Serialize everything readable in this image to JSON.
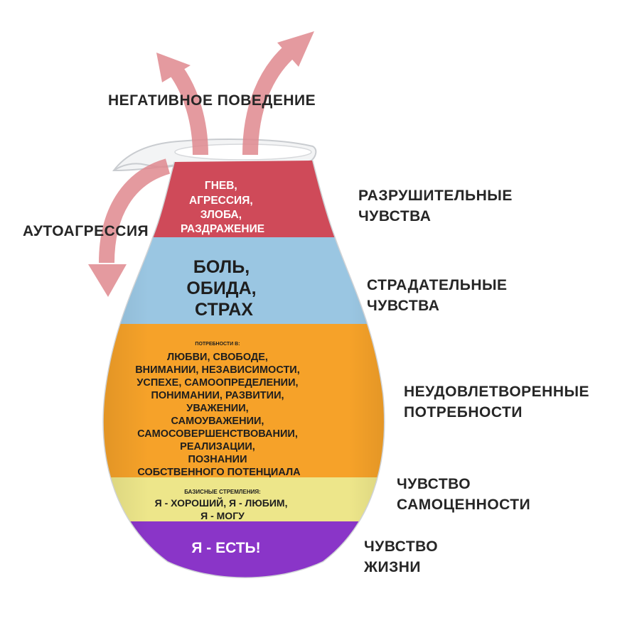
{
  "labels": {
    "negative_behavior": "НЕГАТИВНОЕ ПОВЕДЕНИЕ",
    "autoaggression": "АУТОАГРЕССИЯ",
    "destructive": [
      "РАЗРУШИТЕЛЬНЫЕ",
      "ЧУВСТВА"
    ],
    "suffering": [
      "СТРАДАТЕЛЬНЫЕ",
      "ЧУВСТВА"
    ],
    "unmet_needs": [
      "НЕУДОВЛЕТВОРЕННЫЕ",
      "ПОТРЕБНОСТИ"
    ],
    "self_worth": [
      "ЧУВСТВО",
      "САМОЦЕННОСТИ"
    ],
    "life": [
      "ЧУВСТВО",
      "ЖИЗНИ"
    ]
  },
  "bands": {
    "anger": [
      "ГНЕВ,",
      "АГРЕССИЯ,",
      "ЗЛОБА,",
      "РАЗДРАЖЕНИЕ"
    ],
    "pain": [
      "БОЛЬ,",
      "ОБИДА,",
      "СТРАХ"
    ],
    "needs_title": "ПОТРЕБНОСТИ В:",
    "needs": [
      "ЛЮБВИ, СВОБОДЕ,",
      "ВНИМАНИИ, НЕЗАВИСИМОСТИ,",
      "УСПЕХЕ, САМООПРЕДЕЛЕНИИ,",
      "ПОНИМАНИИ, РАЗВИТИИ,",
      "УВАЖЕНИИ,",
      "САМОУВАЖЕНИИ,",
      "САМОСОВЕРШЕНСТВОВАНИИ,",
      "РЕАЛИЗАЦИИ,",
      "ПОЗНАНИИ",
      "СОБСТВЕННОГО ПОТЕНЦИАЛА"
    ],
    "basic_title": "БАЗИСНЫЕ СТРЕМЛЕНИЯ:",
    "basic": [
      "Я - ХОРОШИЙ, Я - ЛЮБИМ,",
      "Я - МОГУ"
    ],
    "existence": "Я - ЕСТЬ!"
  },
  "colors": {
    "anger": "#cf4a59",
    "pain": "#9ac6e2",
    "needs": "#f6a229",
    "basic": "#ede68a",
    "existence": "#8a35c8",
    "arrow": "#e0898f",
    "label": "#262626"
  }
}
